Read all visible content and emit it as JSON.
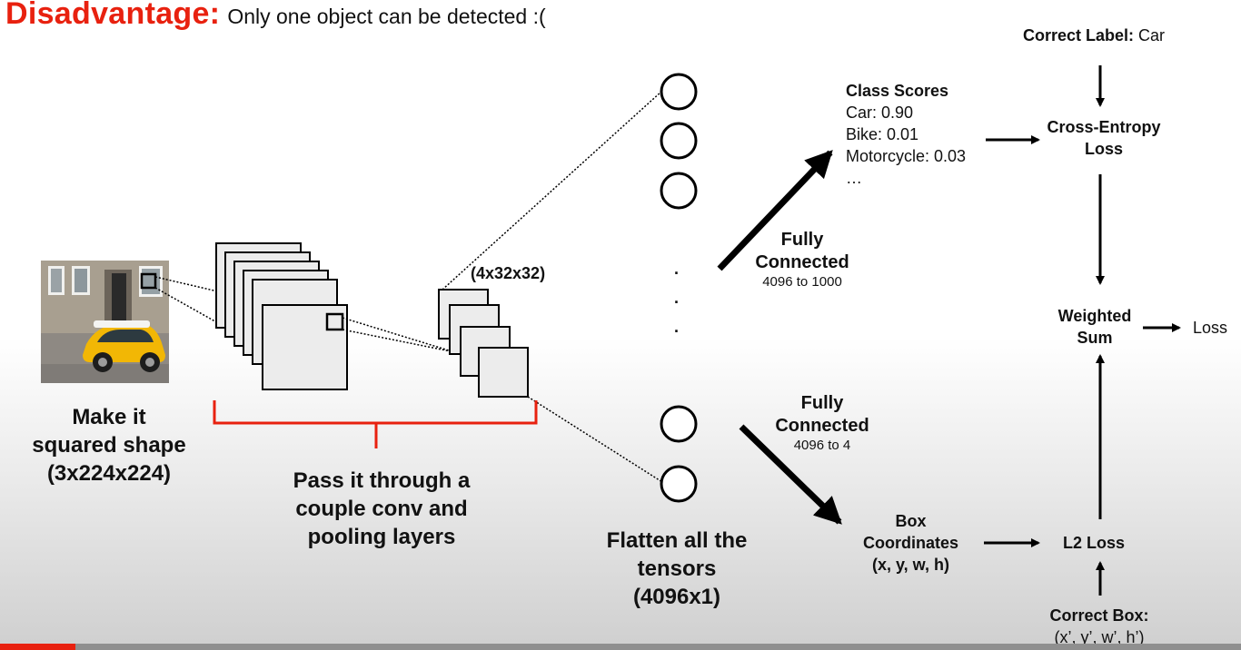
{
  "title": {
    "main": "Disadvantage:",
    "sub": "Only one object can be detected :("
  },
  "input": {
    "caption_line1": "Make it",
    "caption_line2": "squared shape",
    "caption_line3": "(3x224x224)"
  },
  "conv": {
    "dims": "(4x32x32)",
    "caption_line1": "Pass it through a",
    "caption_line2": "couple conv and",
    "caption_line3": "pooling layers"
  },
  "flatten": {
    "caption_line1": "Flatten all the",
    "caption_line2": "tensors",
    "caption_line3": "(4096x1)",
    "ellipsis": "."
  },
  "fc_class": {
    "line1": "Fully",
    "line2": "Connected",
    "detail": "4096 to 1000"
  },
  "fc_box": {
    "line1": "Fully",
    "line2": "Connected",
    "detail": "4096 to 4"
  },
  "class_scores": {
    "title": "Class Scores",
    "items": [
      "Car: 0.90",
      "Bike: 0.01",
      "Motorcycle: 0.03",
      "…"
    ]
  },
  "box_coords": {
    "line1": "Box",
    "line2": "Coordinates",
    "line3": "(x, y, w, h)"
  },
  "correct_label": {
    "key": "Correct Label:",
    "value": "Car"
  },
  "cross_entropy": {
    "line1": "Cross-Entropy",
    "line2": "Loss"
  },
  "weighted_sum": {
    "line1": "Weighted",
    "line2": "Sum"
  },
  "loss": "Loss",
  "l2_loss": "L2 Loss",
  "correct_box": {
    "line1": "Correct Box:",
    "line2": "(x’, y’, w’, h’)"
  },
  "colors": {
    "accent_red": "#e8210f",
    "text": "#111111",
    "square_fill": "#e6e6e6",
    "car_yellow": "#f2b705"
  }
}
